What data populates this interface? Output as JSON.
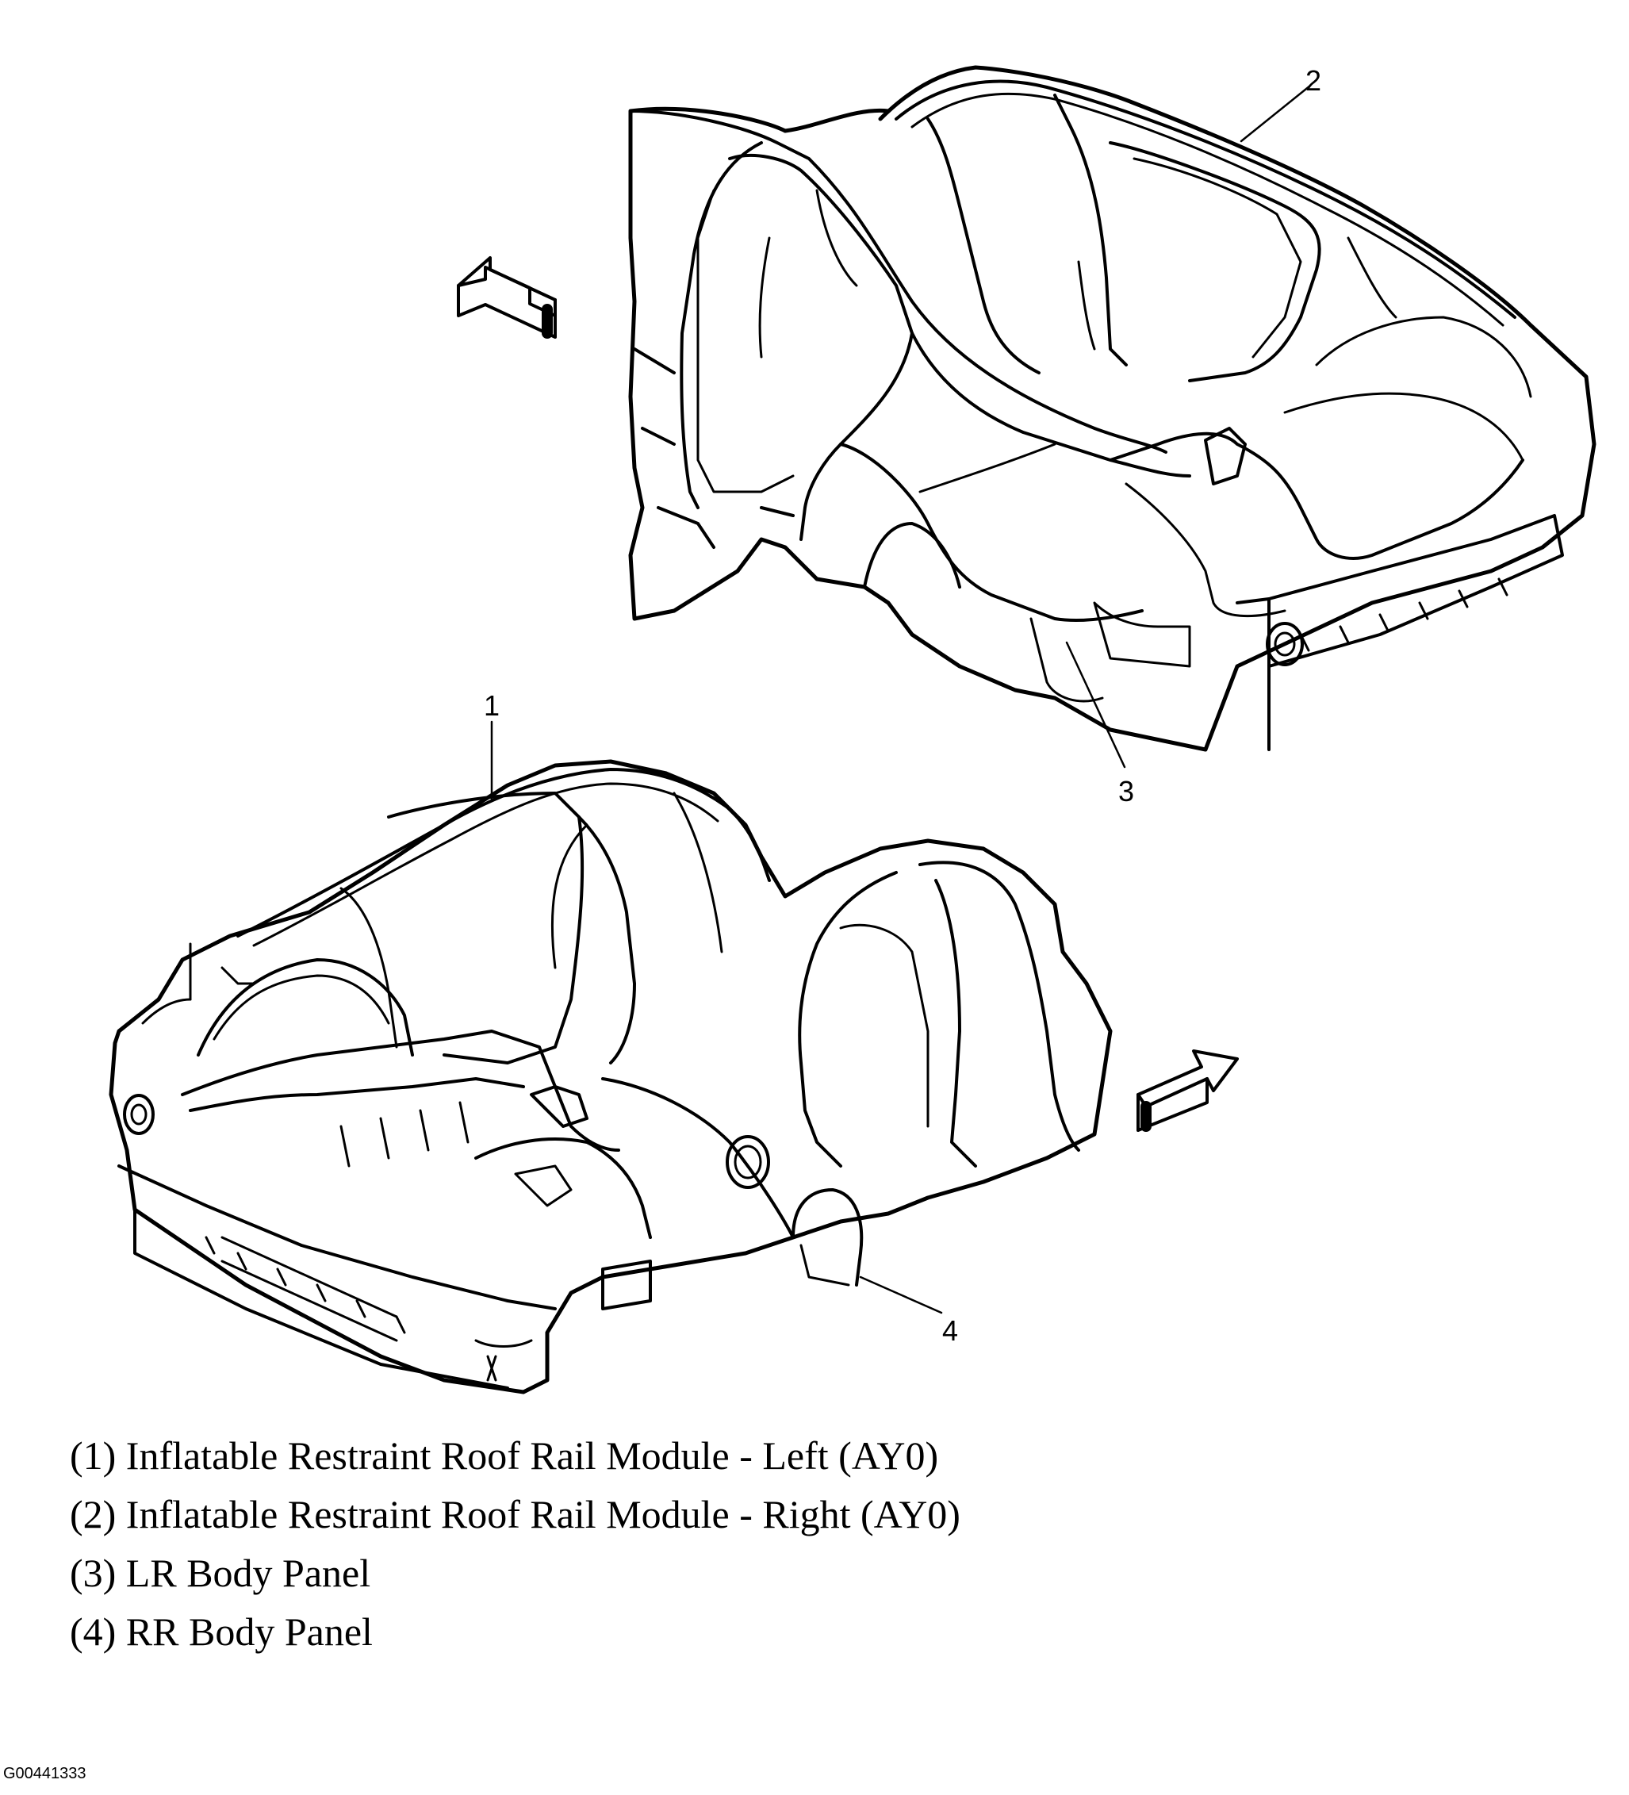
{
  "callouts": {
    "c1": "1",
    "c2": "2",
    "c3": "3",
    "c4": "4"
  },
  "legend": [
    "(1) Inflatable Restraint Roof Rail Module - Left (AY0)",
    "(2) Inflatable Restraint Roof Rail Module - Right (AY0)",
    "(3) LR Body Panel",
    "(4) RR Body Panel"
  ],
  "figure_id": "G00441333"
}
